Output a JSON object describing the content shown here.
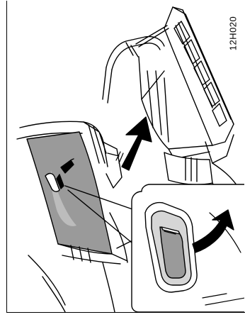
{
  "figure": {
    "code": "12H020"
  },
  "icons": [
    "seat-back-folded-up-illustration",
    "seat-back-folded-down-illustration",
    "up-arrow-icon",
    "release-lever-icon",
    "pull-arrow-icon",
    "magnifier-callout"
  ]
}
